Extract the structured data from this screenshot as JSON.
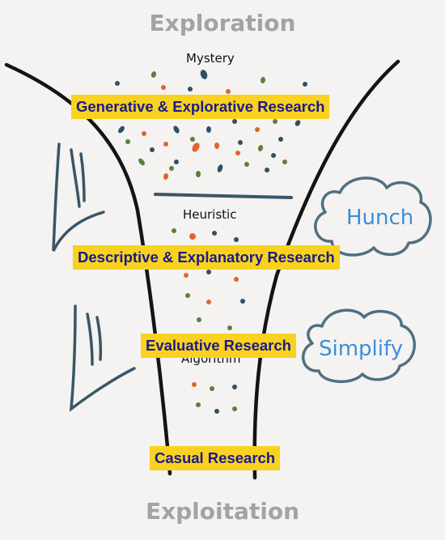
{
  "top_label": "Exploration",
  "bottom_label": "Exploitation",
  "stage_labels": {
    "mystery": "Mystery",
    "heuristic": "Heuristic",
    "algorithm": "Algorithm"
  },
  "research_boxes": {
    "generative": "Generative & Explorative Research",
    "descriptive": "Descriptive & Explanatory Research",
    "evaluative": "Evaluative Research",
    "casual": "Casual Research"
  },
  "clouds": {
    "hunch": "Hunch",
    "simplify": "Simplify"
  },
  "colors": {
    "background": "#f4f3f1",
    "funnel_stroke": "#141414",
    "divider": "#3a5666",
    "box_fill": "#f8d21e",
    "box_text": "#1a1a8c",
    "cloud_stroke": "#4f7082",
    "cloud_text": "#3b8fd9",
    "grey_text": "#a3a3a3",
    "dot_palette": [
      "#2f4f66",
      "#e0652a",
      "#5c7f3c"
    ]
  }
}
